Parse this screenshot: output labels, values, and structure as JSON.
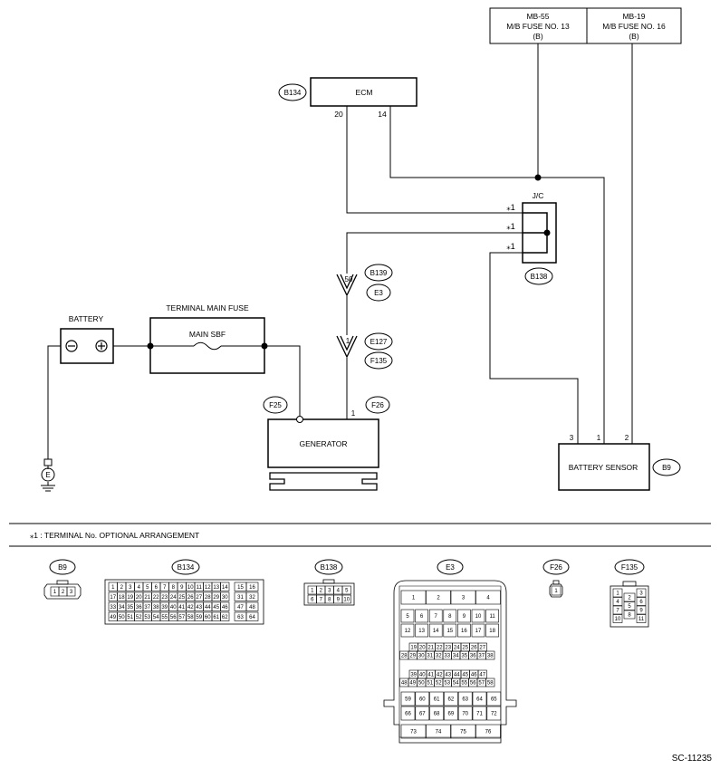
{
  "fuses": {
    "left": {
      "line1": "MB-55",
      "line2": "M/B FUSE NO. 13",
      "line3": "(B)"
    },
    "right": {
      "line1": "MB-19",
      "line2": "M/B FUSE NO. 16",
      "line3": "(B)"
    }
  },
  "ecm": {
    "label": "ECM",
    "connector": "B134",
    "pin_a": "20",
    "pin_b": "14"
  },
  "jc": {
    "label": "J/C",
    "connector": "B138",
    "pin_note": "⁎1"
  },
  "connectors_inline": {
    "c1": {
      "pin": "50",
      "male": "B139",
      "female": "E3"
    },
    "c2": {
      "pin": "1",
      "male": "E127",
      "female": "F135"
    }
  },
  "battery": {
    "label": "BATTERY",
    "minus": "⊖",
    "plus": "⊕"
  },
  "main_fuse": {
    "title": "TERMINAL MAIN FUSE",
    "label": "MAIN SBF"
  },
  "generator": {
    "label": "GENERATOR",
    "conn_left": "F25",
    "conn_right": "F26",
    "pin": "1"
  },
  "battery_sensor": {
    "label": "BATTERY SENSOR",
    "connector": "B9",
    "pin_a": "3",
    "pin_b": "1",
    "pin_c": "2"
  },
  "ground": {
    "label": "E"
  },
  "note": "⁎1 : TERMINAL No. OPTIONAL ARRANGEMENT",
  "connector_views": {
    "b9": {
      "label": "B9",
      "pins": [
        "1",
        "2",
        "3"
      ]
    },
    "b134": {
      "label": "B134",
      "row1": [
        "1",
        "2",
        "3",
        "4",
        "5",
        "6",
        "7",
        "8",
        "9",
        "10",
        "11",
        "12",
        "13",
        "14"
      ],
      "row1_side": [
        "15",
        "16"
      ],
      "row2": [
        "17",
        "18",
        "19",
        "20",
        "21",
        "22",
        "23",
        "24",
        "25",
        "26",
        "27",
        "28",
        "29",
        "30"
      ],
      "row2_side": [
        "31",
        "32"
      ],
      "row3": [
        "33",
        "34",
        "35",
        "36",
        "37",
        "38",
        "39",
        "40",
        "41",
        "42",
        "43",
        "44",
        "45",
        "46"
      ],
      "row3_side": [
        "47",
        "48"
      ],
      "row4": [
        "49",
        "50",
        "51",
        "52",
        "53",
        "54",
        "55",
        "56",
        "57",
        "58",
        "59",
        "60",
        "61",
        "62"
      ],
      "row4_side": [
        "63",
        "64"
      ]
    },
    "b138": {
      "label": "B138",
      "row1": [
        "1",
        "2",
        "3",
        "4",
        "5"
      ],
      "row2": [
        "6",
        "7",
        "8",
        "9",
        "10"
      ]
    },
    "e3": {
      "label": "E3",
      "r1": [
        "1",
        "2",
        "3",
        "4"
      ],
      "r2": [
        "5",
        "6",
        "7",
        "8",
        "9",
        "10",
        "11"
      ],
      "r3": [
        "12",
        "13",
        "14",
        "15",
        "16",
        "17",
        "18"
      ],
      "r4": [
        "19",
        "20",
        "21",
        "22",
        "23",
        "24",
        "25",
        "26",
        "27"
      ],
      "r5": [
        "28",
        "29",
        "30",
        "31",
        "32",
        "33",
        "34",
        "35",
        "36",
        "37",
        "38"
      ],
      "r6": [
        "39",
        "40",
        "41",
        "42",
        "43",
        "44",
        "45",
        "46",
        "47"
      ],
      "r7": [
        "48",
        "49",
        "50",
        "51",
        "52",
        "53",
        "54",
        "55",
        "56",
        "57",
        "58"
      ],
      "r8": [
        "59",
        "60",
        "61",
        "62",
        "63",
        "64",
        "65"
      ],
      "r9": [
        "66",
        "67",
        "68",
        "69",
        "70",
        "71",
        "72"
      ],
      "r10": [
        "73",
        "74",
        "75",
        "76"
      ]
    },
    "f26": {
      "label": "F26",
      "pin": "1"
    },
    "f135": {
      "label": "F135",
      "pins": [
        "1",
        "2",
        "3",
        "4",
        "5",
        "6",
        "7",
        "8",
        "9",
        "10",
        "11"
      ]
    }
  },
  "diagram_code": "SC-11235"
}
